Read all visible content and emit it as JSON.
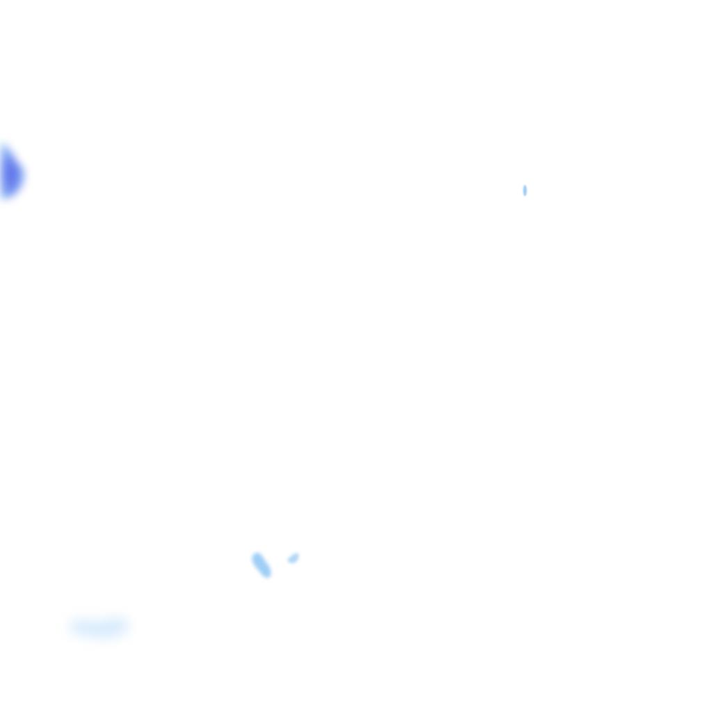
{
  "map": {
    "type": "precipitation-radar-tile",
    "background_color": "#ffffff",
    "legend": [],
    "colors": {
      "light": "#a8d4f7",
      "medium": "#7fb2f0",
      "heavy": "#5a6ae8",
      "very_light": "#d8ecfb"
    },
    "echoes": [
      {
        "name": "echo-west-edge",
        "intensity": "heavy"
      },
      {
        "name": "echo-northeast-streak",
        "intensity": "light"
      },
      {
        "name": "echo-south-center-a",
        "intensity": "light"
      },
      {
        "name": "echo-south-center-b",
        "intensity": "light"
      },
      {
        "name": "echo-southwest",
        "intensity": "very_light"
      }
    ]
  }
}
